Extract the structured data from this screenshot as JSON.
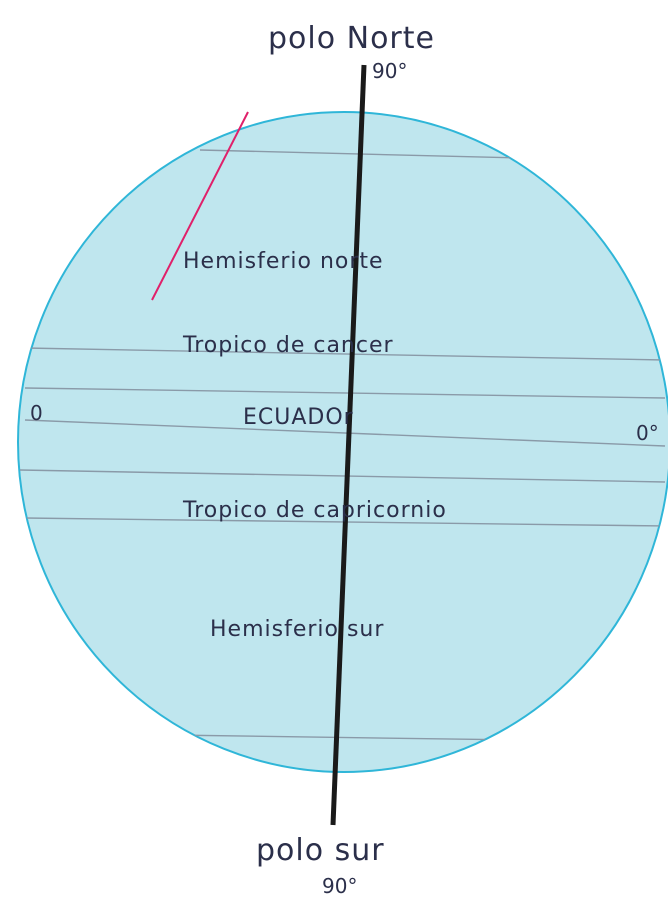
{
  "poles": {
    "north": "polo Norte",
    "north_degrees": "90°",
    "south": "polo sur",
    "south_degrees": "90°"
  },
  "zones": {
    "hemisferio_norte": "Hemisferio norte",
    "tropico_cancer": "Tropico de cancer",
    "ecuador": "ECUADOr",
    "tropico_capricornio": "Tropico de capricornio",
    "hemisferio_sur": "Hemisferio sur"
  },
  "equator_degrees": {
    "left": "0",
    "right": "0°"
  },
  "colors": {
    "globe_fill": "#bfe6ee",
    "globe_edge": "#2fb6d8",
    "latitude_lines": "#8a9aa8",
    "axis": "#1a1a1a",
    "pink_stroke": "#e0206a"
  }
}
